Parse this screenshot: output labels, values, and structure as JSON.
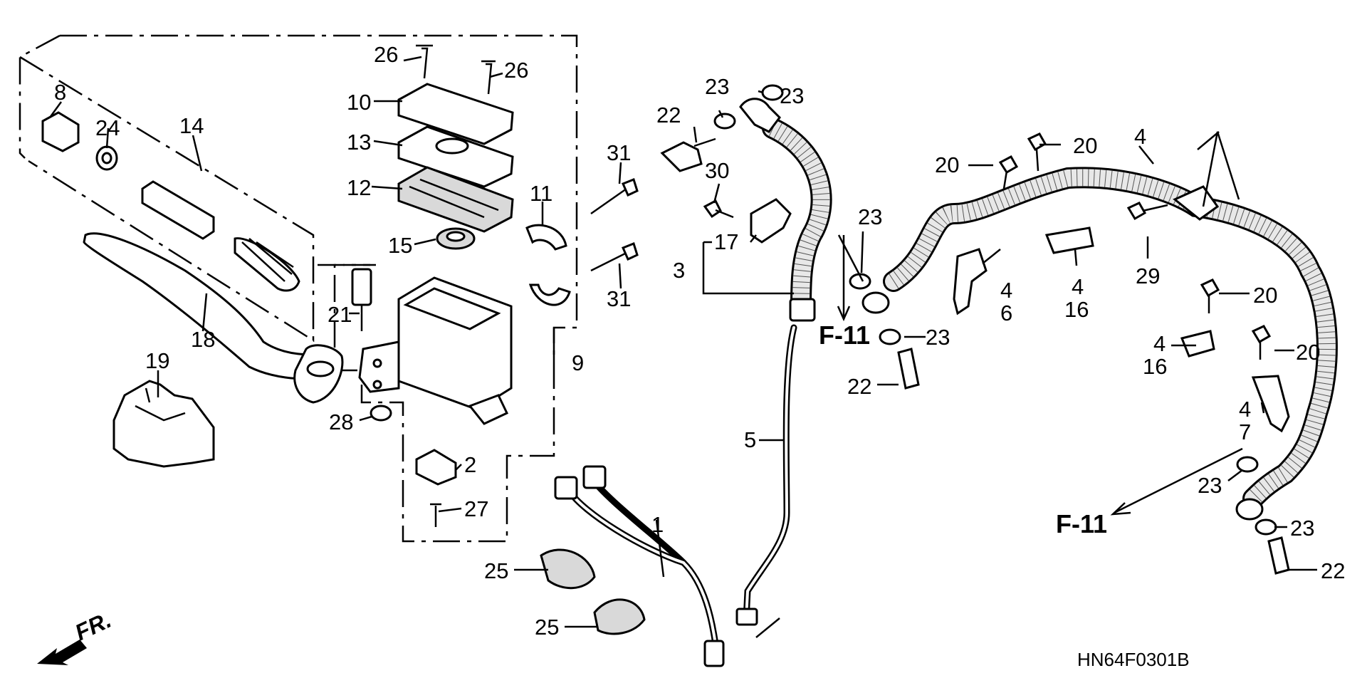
{
  "labels": {
    "p1": "1",
    "p2": "2",
    "p3": "3",
    "p4a": "4",
    "p4b": "4",
    "p4c": "4",
    "p4d": "4",
    "p4e": "4",
    "p5": "5",
    "p6": "6",
    "p7": "7",
    "p8": "8",
    "p9": "9",
    "p10": "10",
    "p11": "11",
    "p12": "12",
    "p13": "13",
    "p14": "14",
    "p15": "15",
    "p16a": "16",
    "p16b": "16",
    "p17": "17",
    "p18": "18",
    "p19": "19",
    "p20a": "20",
    "p20b": "20",
    "p20c": "20",
    "p20d": "20",
    "p21": "21",
    "p22a": "22",
    "p22b": "22",
    "p22c": "22",
    "p23a": "23",
    "p23b": "23",
    "p23c": "23",
    "p23d": "23",
    "p23e": "23",
    "p23f": "23",
    "p24": "24",
    "p25a": "25",
    "p25b": "25",
    "p26a": "26",
    "p26b": "26",
    "p27": "27",
    "p28": "28",
    "p29": "29",
    "p30": "30",
    "p31a": "31",
    "p31b": "31"
  },
  "refs": {
    "f11a": "F-11",
    "f11b": "F-11"
  },
  "front_marker": "FR.",
  "diagram_code": "HN64F0301B"
}
